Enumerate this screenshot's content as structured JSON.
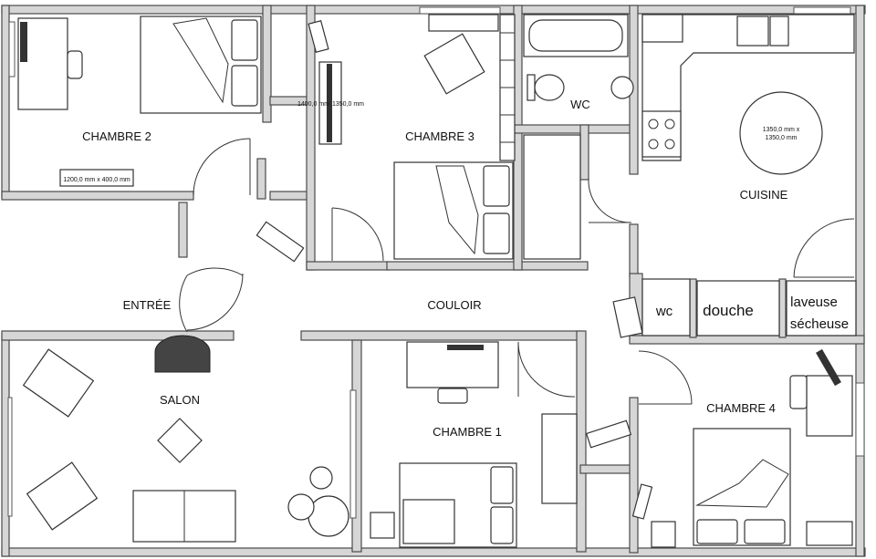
{
  "rooms": {
    "chambre2": "CHAMBRE 2",
    "chambre3": "CHAMBRE 3",
    "wc_top": "WC",
    "cuisine": "CUISINE",
    "entree": "ENTRÉE",
    "couloir": "COULOIR",
    "wc_small": "wc",
    "douche": "douche",
    "laveuse": "laveuse",
    "secheuse": "sécheuse",
    "salon": "SALON",
    "chambre1": "CHAMBRE 1",
    "chambre4": "CHAMBRE 4"
  },
  "dimensions": {
    "desk_ch2": "1200,0 mm x 400,0 mm",
    "tv_ch3_a": "1400,0 mm",
    "tv_ch3_b": "1350,0 mm",
    "table_line1": "1350,0 mm x",
    "table_line2": "1350,0 mm"
  },
  "colors": {
    "wall_fill": "#d6d6d6",
    "wall_stroke": "#4a4a4a",
    "furniture": "#333333",
    "background": "#ffffff"
  }
}
